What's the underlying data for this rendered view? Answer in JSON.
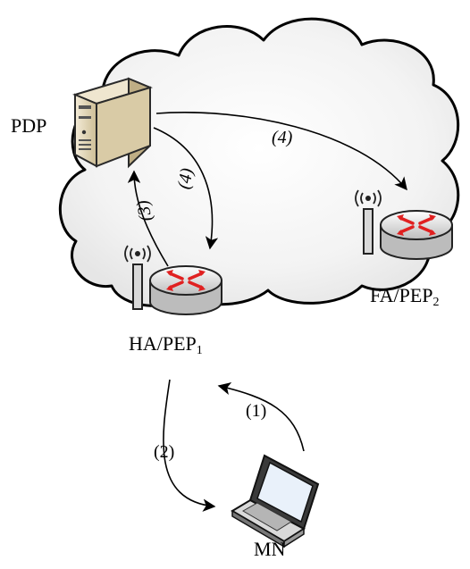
{
  "nodes": {
    "pdp": {
      "label": "PDP",
      "icon": "server-icon"
    },
    "ha": {
      "label": "HA/PEP",
      "sub": "1",
      "icon": "router-icon"
    },
    "fa": {
      "label": "FA/PEP",
      "sub": "2",
      "icon": "router-icon"
    },
    "mn": {
      "label": "MN",
      "icon": "laptop-icon"
    }
  },
  "edges": [
    {
      "from": "mn",
      "to": "ha",
      "label": "(1)"
    },
    {
      "from": "ha",
      "to": "mn",
      "label": "(2)"
    },
    {
      "from": "ha",
      "to": "pdp",
      "label": "(3)"
    },
    {
      "from": "pdp",
      "to": "ha",
      "label": "(4)"
    },
    {
      "from": "pdp",
      "to": "fa",
      "label": "(4)"
    }
  ],
  "colors": {
    "cloud_fill": "#f2f2f2",
    "arrow_red": "#e02020",
    "server_body": "#e8dcc0"
  }
}
